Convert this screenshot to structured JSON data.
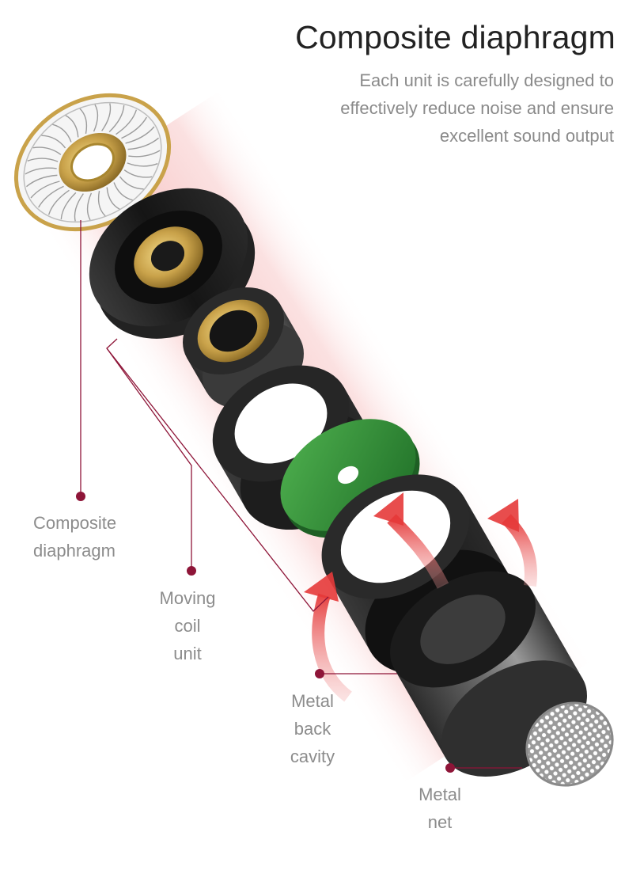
{
  "header": {
    "title": "Composite diaphragm",
    "description_lines": [
      "Each unit is carefully designed to",
      "effectively reduce noise and ensure",
      "excellent sound output"
    ]
  },
  "callouts": [
    {
      "id": "composite-diaphragm",
      "lines": [
        "Composite",
        "diaphragm"
      ]
    },
    {
      "id": "moving-coil-unit",
      "lines": [
        "Moving",
        "coil",
        "unit"
      ]
    },
    {
      "id": "metal-back-cavity",
      "lines": [
        "Metal",
        "back",
        "cavity"
      ]
    },
    {
      "id": "metal-net",
      "lines": [
        "Metal",
        "net"
      ]
    }
  ],
  "colors": {
    "accent": "#8e1538",
    "title": "#222222",
    "body_text": "#8a8a8a",
    "glow": "#f7c5c5",
    "gold": "#c9a24a",
    "green": "#2e8b34",
    "dark_metal": "#1f1f1f",
    "arrow": "#e74a4a"
  }
}
